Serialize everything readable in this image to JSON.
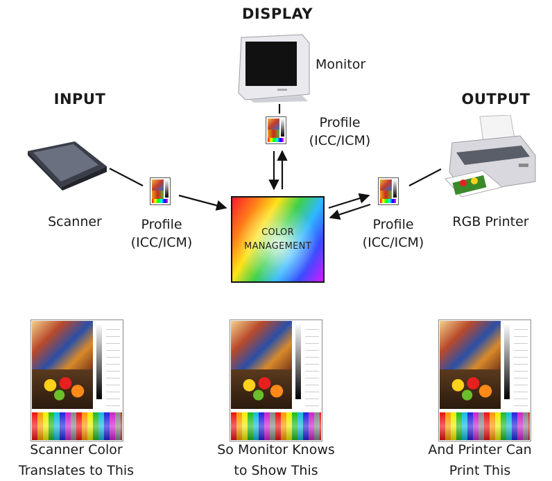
{
  "headers": {
    "display": "DISPLAY",
    "input": "INPUT",
    "output": "OUTPUT"
  },
  "devices": {
    "monitor": "Monitor",
    "scanner": "Scanner",
    "printer": "RGB Printer"
  },
  "profiles": {
    "display_line1": "Profile",
    "display_line2": "(ICC/ICM)",
    "input_line1": "Profile",
    "input_line2": "(ICC/ICM)",
    "output_line1": "Profile",
    "output_line2": "(ICC/ICM)"
  },
  "center": {
    "line1": "COLOR",
    "line2": "MANAGEMENT"
  },
  "captions": {
    "left_line1": "Scanner Color",
    "left_line2": "Translates to This",
    "middle_line1": "So Monitor Knows",
    "middle_line2": "to Show This",
    "right_line1": "And Printer Can",
    "right_line2": "Print This"
  },
  "colors": {
    "line": "#111111",
    "text": "#1a1a1a"
  }
}
